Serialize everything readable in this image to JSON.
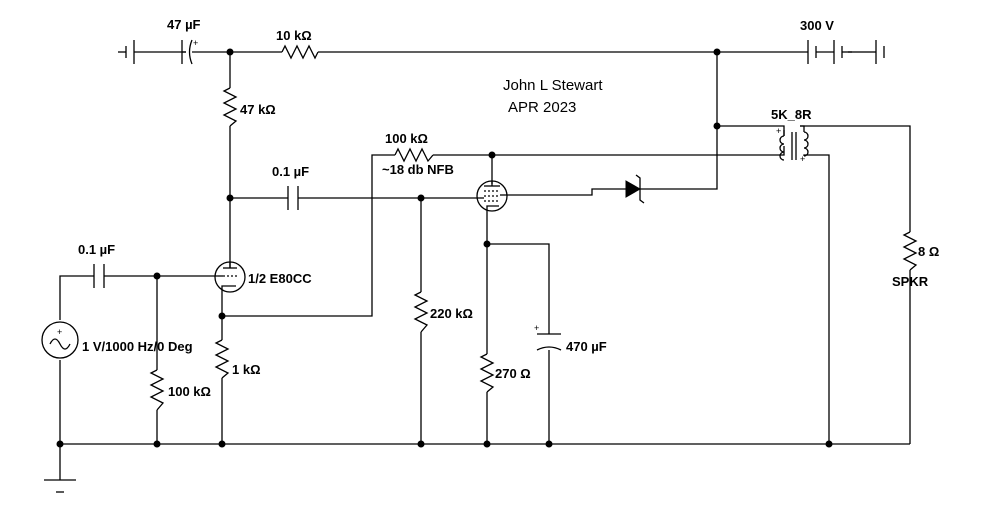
{
  "labels": {
    "c_input": "0.1 µF",
    "c_supply": "47 µF",
    "r_dropper": "10 kΩ",
    "r_plate": "47 kΩ",
    "c_coupling": "0.1 µF",
    "r_feedback": "100 kΩ",
    "nfb_note": "~18 db NFB",
    "tube1": "1/2 E80CC",
    "r_grid1": "100 kΩ",
    "r_cathode1": "1 kΩ",
    "r_grid2": "220 kΩ",
    "r_cathode2": "270 Ω",
    "c_bypass": "470 µF",
    "source": "1 V/1000 Hz/0 Deg",
    "supply": "300 V",
    "transformer": "5K_8R",
    "r_speaker": "8 Ω",
    "speaker": "SPKR",
    "author": "John L Stewart",
    "date": "APR 2023"
  },
  "colors": {
    "ink": "#000000",
    "background": "#ffffff"
  }
}
